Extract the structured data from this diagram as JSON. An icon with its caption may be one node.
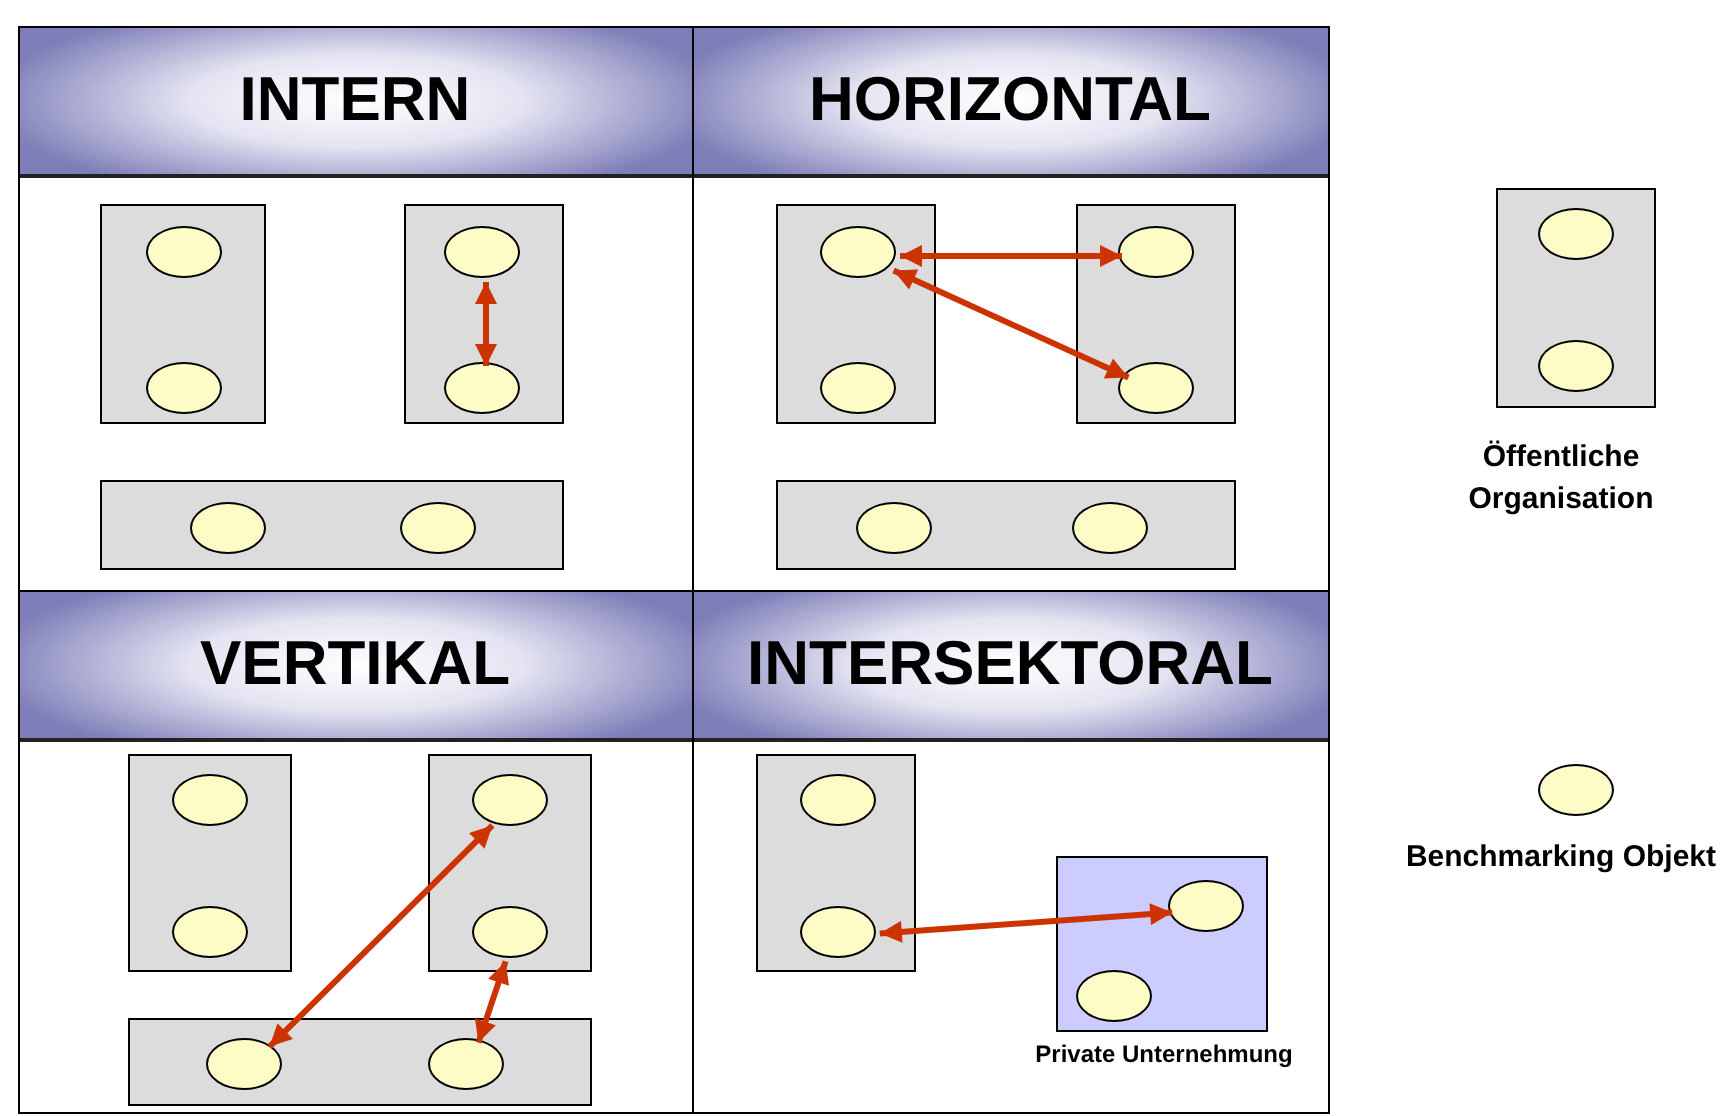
{
  "diagram": {
    "nodes": [
      {
        "text": [
          "INTERN"
        ]
      },
      {
        "text": [],
        "shape": "box",
        "in": 0
      },
      {
        "text": [],
        "shape": "ellipse",
        "in": 1
      },
      {
        "text": [],
        "shape": "ellipse",
        "in": 1
      },
      {
        "text": [],
        "shape": "box",
        "in": 0
      },
      {
        "text": [],
        "shape": "ellipse",
        "in": 4
      },
      {
        "text": [],
        "shape": "ellipse",
        "in": 4
      },
      {
        "text": [],
        "shape": "box",
        "in": 0
      },
      {
        "text": [],
        "shape": "ellipse",
        "in": 7
      },
      {
        "text": [],
        "shape": "ellipse",
        "in": 7
      },
      {
        "text": [
          "HORIZONTAL"
        ]
      },
      {
        "text": [],
        "shape": "box",
        "in": 10
      },
      {
        "text": [],
        "shape": "ellipse",
        "in": 11
      },
      {
        "text": [],
        "shape": "ellipse",
        "in": 11
      },
      {
        "text": [],
        "shape": "box",
        "in": 10
      },
      {
        "text": [],
        "shape": "ellipse",
        "in": 14
      },
      {
        "text": [],
        "shape": "ellipse",
        "in": 14
      },
      {
        "text": [],
        "shape": "box",
        "in": 10
      },
      {
        "text": [],
        "shape": "ellipse",
        "in": 17
      },
      {
        "text": [],
        "shape": "ellipse",
        "in": 17
      },
      {
        "text": [
          "VERTIKAL"
        ]
      },
      {
        "text": [],
        "shape": "box",
        "in": 20
      },
      {
        "text": [],
        "shape": "ellipse",
        "in": 21
      },
      {
        "text": [],
        "shape": "ellipse",
        "in": 21
      },
      {
        "text": [],
        "shape": "box",
        "in": 20
      },
      {
        "text": [],
        "shape": "ellipse",
        "in": 24
      },
      {
        "text": [],
        "shape": "ellipse",
        "in": 24
      },
      {
        "text": [],
        "shape": "box",
        "in": 20
      },
      {
        "text": [],
        "shape": "ellipse",
        "in": 27
      },
      {
        "text": [],
        "shape": "ellipse",
        "in": 27
      },
      {
        "text": [
          "INTERSEKTORAL"
        ]
      },
      {
        "text": [],
        "shape": "box",
        "in": 30
      },
      {
        "text": [],
        "shape": "ellipse",
        "in": 31
      },
      {
        "text": [],
        "shape": "ellipse",
        "in": 31
      },
      {
        "text": [
          "Private Unternehmung"
        ],
        "in": 30
      },
      {
        "text": [],
        "shape": "ellipse",
        "in": 34
      },
      {
        "text": [],
        "shape": "ellipse",
        "in": 34
      }
    ],
    "edges": [
      {
        "from": 5,
        "to": 6,
        "arrow": "both"
      },
      {
        "from": 12,
        "to": 15,
        "arrow": "both"
      },
      {
        "from": 12,
        "to": 16,
        "arrow": "both"
      },
      {
        "from": 25,
        "to": 28,
        "arrow": "both"
      },
      {
        "from": 26,
        "to": 29,
        "arrow": "both"
      },
      {
        "from": 33,
        "to": 35,
        "arrow": "both"
      }
    ],
    "legend": [
      {
        "text": "Öffentliche Organisation"
      },
      {
        "text": "Benchmarking Objekt"
      }
    ]
  }
}
